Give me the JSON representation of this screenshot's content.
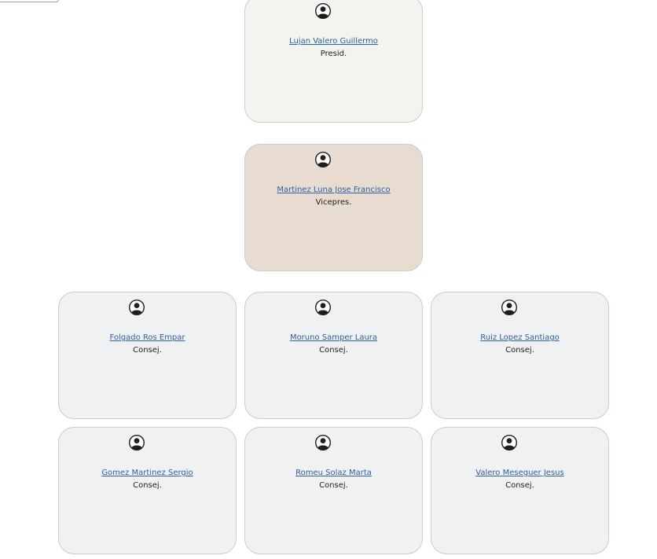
{
  "colors": {
    "president_card": "#f1f5ed",
    "vicepresident_card": "#e8dcd0",
    "board_card": "#eff1f3",
    "link": "#2f5f9c"
  },
  "icon": "user-circle-icon",
  "members": [
    {
      "name": "Lujan Valero Guillermo",
      "role": "Presid."
    },
    {
      "name": "Martinez Luna Jose Francisco",
      "role": "Vicepres."
    },
    {
      "name": "Folgado Ros Empar",
      "role": "Consej."
    },
    {
      "name": "Moruno Samper Laura",
      "role": "Consej."
    },
    {
      "name": "Ruiz Lopez Santiago",
      "role": "Consej."
    },
    {
      "name": "Gomez Martinez Sergio",
      "role": "Consej."
    },
    {
      "name": "Romeu Solaz Marta",
      "role": "Consej."
    },
    {
      "name": "Valero Meseguer Jesus",
      "role": "Consej."
    }
  ]
}
